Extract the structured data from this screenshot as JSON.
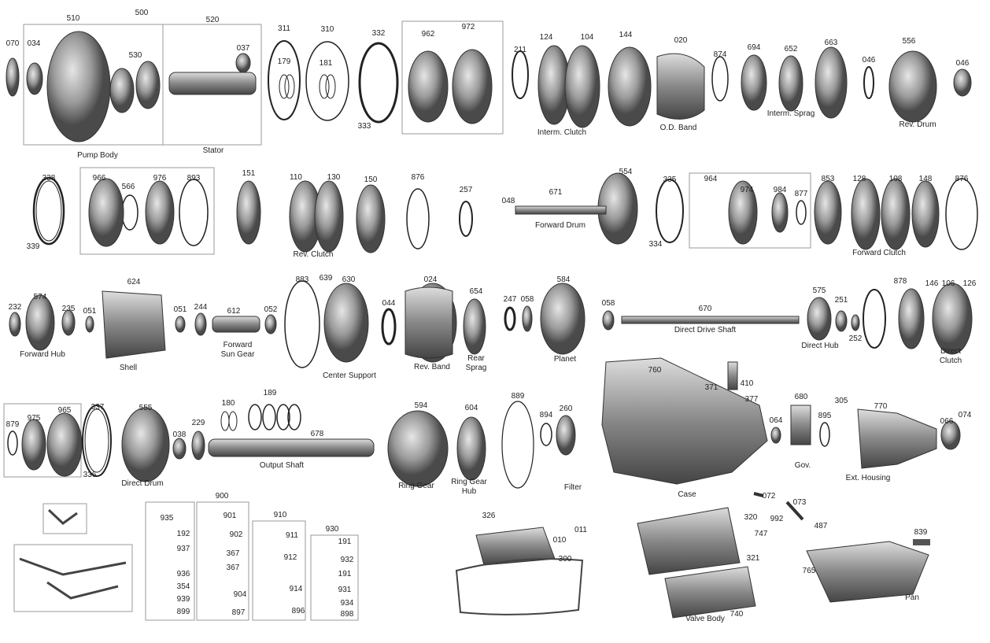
{
  "title": "Transmission exploded parts diagram",
  "callouts": [
    "500",
    "510",
    "520",
    "070",
    "034",
    "530",
    "037",
    "311",
    "310",
    "179",
    "181",
    "332",
    "333",
    "962",
    "972",
    "211",
    "124",
    "104",
    "144",
    "020",
    "874",
    "694",
    "652",
    "663",
    "046",
    "556",
    "046",
    "338",
    "339",
    "966",
    "566",
    "976",
    "893",
    "151",
    "110",
    "130",
    "150",
    "876",
    "257",
    "048",
    "671",
    "554",
    "335",
    "334",
    "964",
    "974",
    "984",
    "877",
    "853",
    "128",
    "108",
    "148",
    "876",
    "232",
    "574",
    "235",
    "051",
    "624",
    "051",
    "244",
    "612",
    "052",
    "883",
    "639",
    "630",
    "044",
    "024",
    "654",
    "247",
    "058",
    "584",
    "058",
    "670",
    "575",
    "251",
    "252",
    "878",
    "146",
    "106",
    "126",
    "879",
    "975",
    "965",
    "337",
    "336",
    "555",
    "038",
    "229",
    "180",
    "189",
    "678",
    "594",
    "604",
    "889",
    "894",
    "260",
    "760",
    "371",
    "410",
    "377",
    "064",
    "680",
    "895",
    "305",
    "770",
    "066",
    "074",
    "935",
    "192",
    "937",
    "936",
    "354",
    "939",
    "899",
    "900",
    "901",
    "902",
    "367",
    "367",
    "904",
    "897",
    "910",
    "911",
    "912",
    "914",
    "896",
    "930",
    "191",
    "932",
    "191",
    "931",
    "934",
    "898",
    "326",
    "010",
    "011",
    "300",
    "072",
    "073",
    "992",
    "487",
    "320",
    "747",
    "321",
    "740",
    "839",
    "765"
  ],
  "captions": [
    "Pump Body",
    "Stator",
    "Interm. Clutch",
    "O.D. Band",
    "Interm. Sprag",
    "Rev. Drum",
    "Rev. Clutch",
    "Forward Drum",
    "Forward Clutch",
    "Forward Hub",
    "Shell",
    "Forward\nSun Gear",
    "Center Support",
    "Rev. Band",
    "Rear\nSprag",
    "Planet",
    "Direct Drive Shaft",
    "Direct Hub",
    "Direct Clutch",
    "Direct Drum",
    "Output Shaft",
    "Ring Gear",
    "Ring Gear\nHub",
    "Filter",
    "Case",
    "Gov.",
    "Ext. Housing",
    "Valve Body",
    "Pan"
  ]
}
